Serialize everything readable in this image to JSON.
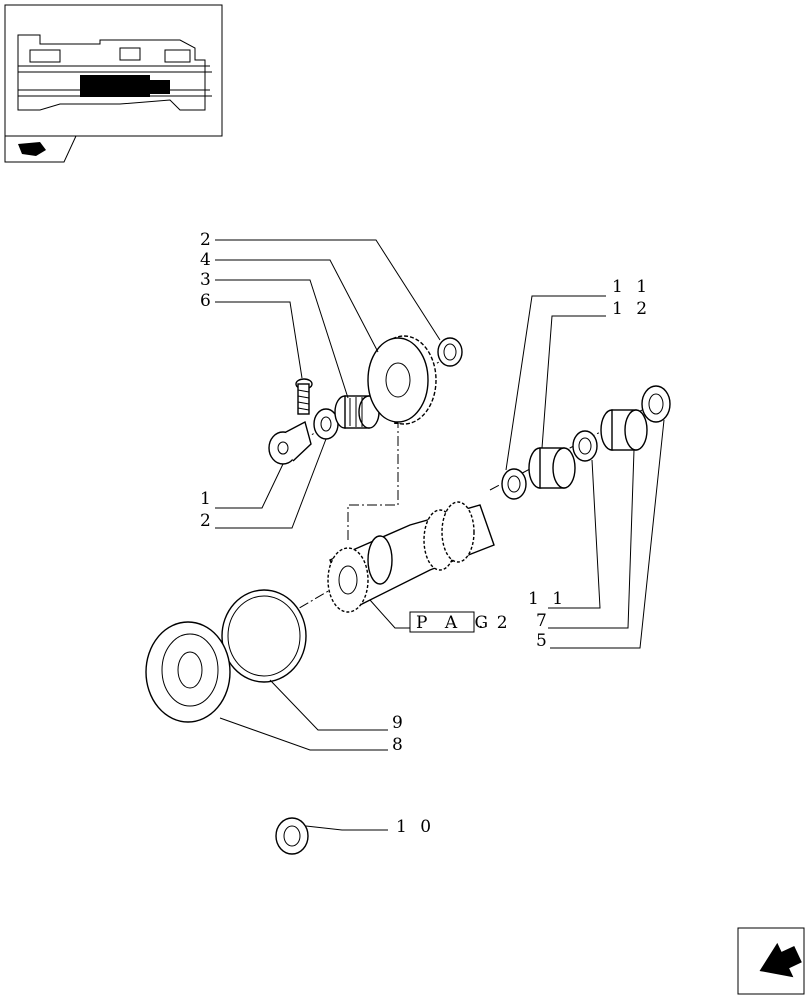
{
  "callouts": {
    "c2a": "2",
    "c4": "4",
    "c3": "3",
    "c6": "6",
    "c11a": "1 1",
    "c12": "1 2",
    "c1": "1",
    "c2b": "2",
    "c11b": "1 1",
    "c7": "7",
    "c5": "5",
    "c9": "9",
    "c8": "8",
    "c10": "1 0"
  },
  "reference": {
    "box_text": "P A G",
    "suffix": ". 2"
  },
  "icons": [
    "thumbnail-assembly-icon",
    "tractor-section-icon",
    "navigate-next-arrow-icon"
  ],
  "colors": {
    "line": "#000000",
    "background": "#ffffff"
  }
}
